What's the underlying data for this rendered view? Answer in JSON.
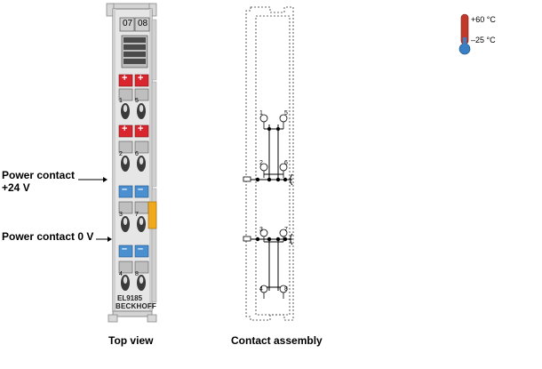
{
  "terminal": {
    "channel_left": "07",
    "channel_right": "08",
    "plus_sign": "+",
    "minus_sign": "–",
    "model": "EL9185",
    "brand": "BECKHOFF",
    "contact_numbers": [
      "1",
      "5",
      "2",
      "6",
      "3",
      "7",
      "4",
      "8"
    ]
  },
  "assembly": {
    "contact_numbers": [
      "1",
      "5",
      "2",
      "6",
      "3",
      "7",
      "4",
      "8"
    ]
  },
  "labels": {
    "power_24v_line1": "Power contact",
    "power_24v_line2": "+24 V",
    "power_0v": "Power contact 0 V"
  },
  "captions": {
    "top_view": "Top view",
    "contact_assembly": "Contact assembly"
  },
  "temperature": {
    "max": "+60 °C",
    "min": "–25 °C"
  },
  "colors": {
    "housing": "#e4e4e4",
    "plus_contact": "#d9262e",
    "minus_contact": "#4a90d0",
    "orange_tab": "#f0a91c",
    "thermo_red": "#c0392b",
    "thermo_blue": "#3a7fc4"
  }
}
